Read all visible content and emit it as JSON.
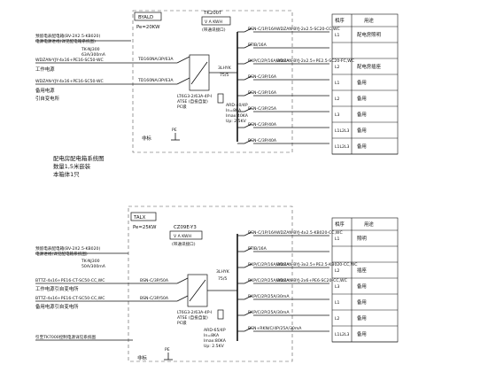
{
  "top": {
    "panel_id": "BYALD",
    "power": "Pe=20KW",
    "meter_code": "TK200T",
    "meter_unit": "V  A  KWH",
    "meter_note": "(带通讯接口)",
    "incoming_note_1": "预留电表配电箱(BV-2X2.5-KB020)",
    "incoming_note_2": "电源电源进线(详见配电箱系统图)",
    "meter_box": "TK-NJ300",
    "meter_rating": "63A/300mA",
    "feeder1_cable": "WDZAN-YJY-4x16+PE16-SC50-WC",
    "feeder1_label": "工作电源",
    "feeder2_cable": "WDZAN-YJY-4x16+PE16-SC50-WC",
    "feeder2_label": "备用电源",
    "feeder2_sub": "引自变电所",
    "switch1": "TD160NA/3P/63A",
    "switch2": "TD160NA/3P/63A",
    "ats_1": "LT6G3-2/63A-4P-I",
    "ats_2": "ATSE (自投自复)",
    "ats_3": "PC级",
    "bus_label": "3LHYK",
    "bus_label2": "75/5",
    "spd_1": "ARD-40/4P",
    "spd_2": "In=8KA",
    "spd_3": "Imax:40KA",
    "spd_4": "Up: 2.5KV",
    "pe_label": "PE",
    "ground_label": "非标",
    "circuits": [
      {
        "breaker": "BSN-C/1P/16A",
        "cable": "WDZAN-BYJ-2x2.5-SC20-CC,WC",
        "phase": "L1",
        "use": "配电房照明"
      },
      {
        "breaker": "RTIB/16A",
        "cable": "",
        "phase": "",
        "use": ""
      },
      {
        "breaker": "RKP/C/2P/16A/30mA",
        "cable": "WDZAN-BYJ-2x2.5+PE2.5-SC20-FC,WC",
        "phase": "L2",
        "use": "配电房插座"
      },
      {
        "breaker": "BSN-C/3P/16A",
        "cable": "",
        "phase": "L1",
        "use": "备用"
      },
      {
        "breaker": "BSN-C/3P/16A",
        "cable": "",
        "phase": "L2",
        "use": "备用"
      },
      {
        "breaker": "BSN-C/3P/25A",
        "cable": "",
        "phase": "L3",
        "use": "备用"
      },
      {
        "breaker": "BSN-C/3P/40A",
        "cable": "",
        "phase": "L1L2L3",
        "use": "备用"
      },
      {
        "breaker": "BSN-C/3P/40A",
        "cable": "",
        "phase": "L1L2L3",
        "use": "备用"
      }
    ],
    "table_head": [
      "相序",
      "用途"
    ],
    "notes": [
      "配电房配电箱系统图",
      "数量1,5米嵌装",
      "本箱体1只"
    ]
  },
  "bottom": {
    "panel_id": "TALX",
    "power": "Pe=25KW",
    "meter_code": "CZ09E-Y3",
    "meter_unit": "V  A  KWH",
    "meter_note": "(带通讯接口)",
    "incoming_note_1": "预留电表配电箱(BV-2X2.5-KB020)",
    "incoming_note_2": "电源进线(详见配电箱系统图)",
    "meter_box": "TK-NJ300",
    "meter_rating": "50A/300mA",
    "feeder1_cable": "BTTZ-4x16+PE16-CT-SC50-CC,WC",
    "feeder1_label": "工作电源引自变电所",
    "feeder2_cable": "BTTZ-4x16+PE16-CT-SC50-CC,WC",
    "feeder2_label": "备用电源引自变电所",
    "switch1": "BSN-C/3P/50A",
    "switch2": "BSN-C/3P/50A",
    "ats_1": "LT6G3-2/63A-4P-I",
    "ats_2": "ATSE (自投自复)",
    "ats_3": "PC级",
    "bus_label": "3LHYK",
    "bus_label2": "75/5",
    "spd_1": "ARD-65/4P",
    "spd_2": "In=8KA",
    "spd_3": "Imax:80KA",
    "spd_4": "Up: 2.5KV",
    "pe_label": "PE",
    "ground_label": "非标",
    "out_note": "引至TK7000控制电源详见系统图",
    "circuits": [
      {
        "breaker": "BSN-C/1P/16A",
        "cable": "WDZAN-BYJ-4x2.5-KB020-CC,WC",
        "phase": "L1",
        "use": "照明"
      },
      {
        "breaker": "RTIB/16A",
        "cable": "",
        "phase": "",
        "use": ""
      },
      {
        "breaker": "RKP/C/2P/16A/30mA",
        "cable": "WDZAN-BYJ-3x2.5+PE2.5-KB020-CC,WC",
        "phase": "L2",
        "use": "插座"
      },
      {
        "breaker": "RKP/C/2P/25A/30mA",
        "cable": "WDZAN-BYJ-2x6+PE6-SC20-CC,WC",
        "phase": "L3",
        "use": "备用"
      },
      {
        "breaker": "RKP/C/2P/25A/30mA",
        "cable": "",
        "phase": "L1",
        "use": "备用"
      },
      {
        "breaker": "RKP/C/2P/25A/30mA",
        "cable": "",
        "phase": "L2",
        "use": "备用"
      },
      {
        "breaker": "BSN+RKN/C/4P/25A/30mA",
        "cable": "",
        "phase": "L1L2L3",
        "use": "备用"
      }
    ],
    "table_head": [
      "相序",
      "用途"
    ]
  }
}
